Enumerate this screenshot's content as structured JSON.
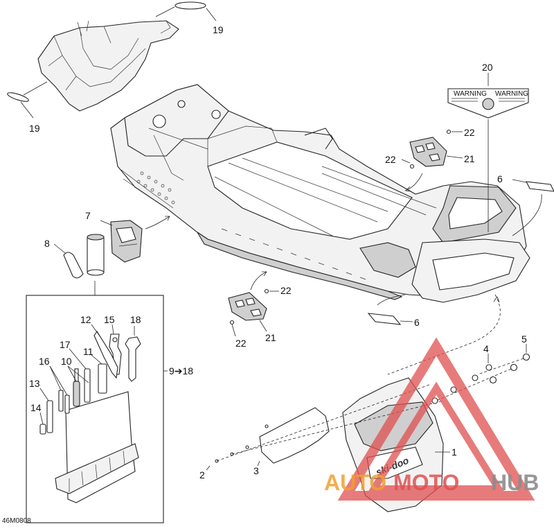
{
  "diagram": {
    "drawing_code": "46M0808",
    "callouts": {
      "c1": "1",
      "c2": "2",
      "c3": "3",
      "c4": "4",
      "c5": "5",
      "c6a": "6",
      "c6b": "6",
      "c7": "7",
      "c8": "8",
      "c9_18": "9➔18",
      "c10": "10",
      "c11": "11",
      "c12": "12",
      "c13": "13",
      "c14": "14",
      "c15": "15",
      "c16": "16",
      "c17": "17",
      "c18": "18",
      "c19a": "19",
      "c19b": "19",
      "c20": "20",
      "c21a": "21",
      "c21b": "21",
      "c22a": "22",
      "c22b": "22",
      "c22c": "22",
      "c22d": "22"
    },
    "mudflap_logo": "ski-doo",
    "label_sticker": "WARNING"
  },
  "watermark": {
    "part1": "AUTO",
    "part2": "MOTO",
    "part3": "HUB",
    "color_red": "#e05050",
    "color_orange": "#f0a030",
    "color_gray": "#8c8c8c"
  }
}
